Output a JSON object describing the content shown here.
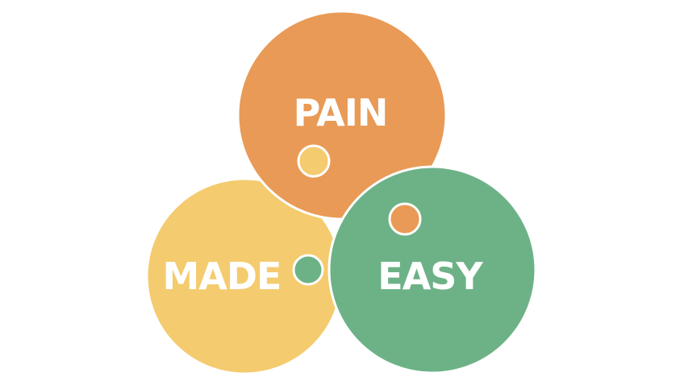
{
  "labels": {
    "top": "PAIN",
    "left": "MADE",
    "right": "EASY"
  },
  "colors": {
    "orange": "#E99A56",
    "yellow": "#F4CB6E",
    "green": "#6DB287",
    "outline": "#FFFFFF"
  }
}
